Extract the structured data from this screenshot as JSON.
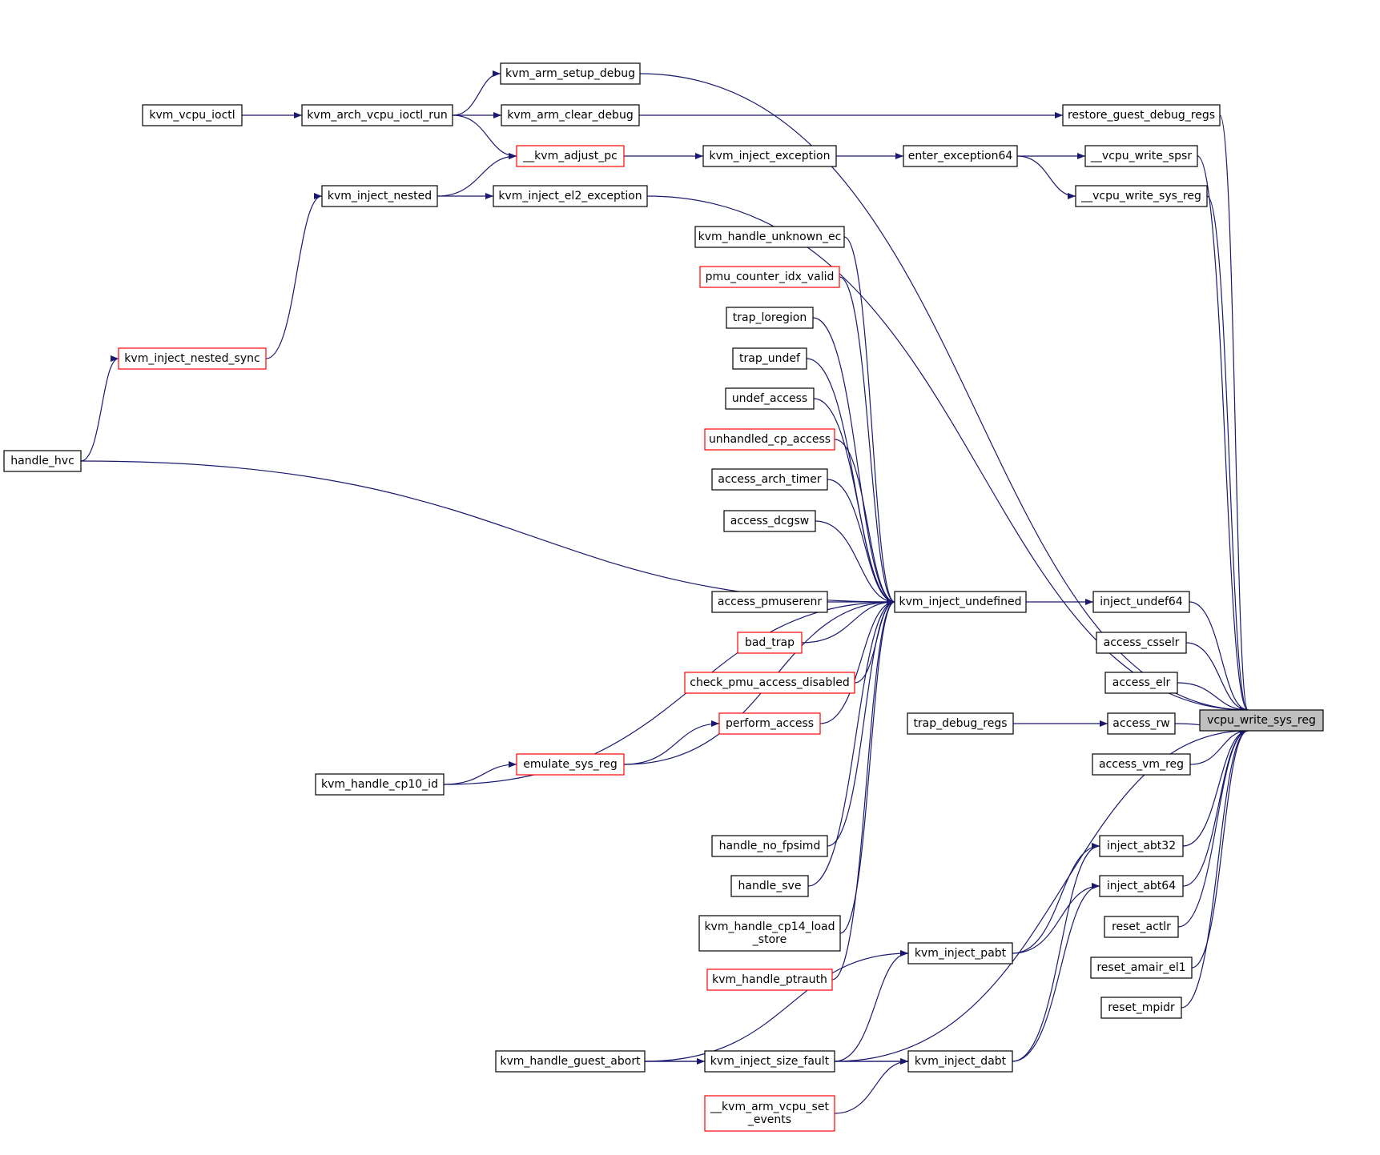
{
  "root": "vcpu_write_sys_reg",
  "colors": {
    "edge": "#191970",
    "node_border_default": "#000000",
    "node_border_truncated": "#ff0000",
    "root_fill": "#bfbfbf"
  },
  "nodes": [
    {
      "id": "vcpu_write_sys_reg",
      "lines": [
        "vcpu_write_sys_reg"
      ],
      "style": "root"
    },
    {
      "id": "kvm_arm_setup_debug",
      "lines": [
        "kvm_arm_setup_debug"
      ],
      "style": "normal"
    },
    {
      "id": "kvm_vcpu_ioctl",
      "lines": [
        "kvm_vcpu_ioctl"
      ],
      "style": "normal"
    },
    {
      "id": "kvm_arch_vcpu_ioctl_run",
      "lines": [
        "kvm_arch_vcpu_ioctl_run"
      ],
      "style": "normal"
    },
    {
      "id": "kvm_arm_clear_debug",
      "lines": [
        "kvm_arm_clear_debug"
      ],
      "style": "normal"
    },
    {
      "id": "restore_guest_debug_regs",
      "lines": [
        "restore_guest_debug_regs"
      ],
      "style": "normal"
    },
    {
      "id": "__kvm_adjust_pc",
      "lines": [
        "__kvm_adjust_pc"
      ],
      "style": "red"
    },
    {
      "id": "kvm_inject_exception",
      "lines": [
        "kvm_inject_exception"
      ],
      "style": "normal"
    },
    {
      "id": "enter_exception64",
      "lines": [
        "enter_exception64"
      ],
      "style": "normal"
    },
    {
      "id": "__vcpu_write_spsr",
      "lines": [
        "__vcpu_write_spsr"
      ],
      "style": "normal"
    },
    {
      "id": "__vcpu_write_sys_reg",
      "lines": [
        "__vcpu_write_sys_reg"
      ],
      "style": "normal"
    },
    {
      "id": "kvm_inject_nested",
      "lines": [
        "kvm_inject_nested"
      ],
      "style": "normal"
    },
    {
      "id": "kvm_inject_el2_exception",
      "lines": [
        "kvm_inject_el2_exception"
      ],
      "style": "normal"
    },
    {
      "id": "kvm_handle_unknown_ec",
      "lines": [
        "kvm_handle_unknown_ec"
      ],
      "style": "normal"
    },
    {
      "id": "pmu_counter_idx_valid",
      "lines": [
        "pmu_counter_idx_valid"
      ],
      "style": "red"
    },
    {
      "id": "trap_loregion",
      "lines": [
        "trap_loregion"
      ],
      "style": "normal"
    },
    {
      "id": "trap_undef",
      "lines": [
        "trap_undef"
      ],
      "style": "normal"
    },
    {
      "id": "undef_access",
      "lines": [
        "undef_access"
      ],
      "style": "normal"
    },
    {
      "id": "unhandled_cp_access",
      "lines": [
        "unhandled_cp_access"
      ],
      "style": "red"
    },
    {
      "id": "kvm_inject_nested_sync",
      "lines": [
        "kvm_inject_nested_sync"
      ],
      "style": "red"
    },
    {
      "id": "handle_hvc",
      "lines": [
        "handle_hvc"
      ],
      "style": "normal"
    },
    {
      "id": "access_arch_timer",
      "lines": [
        "access_arch_timer"
      ],
      "style": "normal"
    },
    {
      "id": "access_dcgsw",
      "lines": [
        "access_dcgsw"
      ],
      "style": "normal"
    },
    {
      "id": "access_pmuserenr",
      "lines": [
        "access_pmuserenr"
      ],
      "style": "normal"
    },
    {
      "id": "kvm_inject_undefined",
      "lines": [
        "kvm_inject_undefined"
      ],
      "style": "normal"
    },
    {
      "id": "inject_undef64",
      "lines": [
        "inject_undef64"
      ],
      "style": "normal"
    },
    {
      "id": "bad_trap",
      "lines": [
        "bad_trap"
      ],
      "style": "red"
    },
    {
      "id": "access_csselr",
      "lines": [
        "access_csselr"
      ],
      "style": "normal"
    },
    {
      "id": "check_pmu_access_disabled",
      "lines": [
        "check_pmu_access_disabled"
      ],
      "style": "red"
    },
    {
      "id": "access_elr",
      "lines": [
        "access_elr"
      ],
      "style": "normal"
    },
    {
      "id": "perform_access",
      "lines": [
        "perform_access"
      ],
      "style": "red"
    },
    {
      "id": "trap_debug_regs",
      "lines": [
        "trap_debug_regs"
      ],
      "style": "normal"
    },
    {
      "id": "access_rw",
      "lines": [
        "access_rw"
      ],
      "style": "normal"
    },
    {
      "id": "emulate_sys_reg",
      "lines": [
        "emulate_sys_reg"
      ],
      "style": "red"
    },
    {
      "id": "access_vm_reg",
      "lines": [
        "access_vm_reg"
      ],
      "style": "normal"
    },
    {
      "id": "kvm_handle_cp10_id",
      "lines": [
        "kvm_handle_cp10_id"
      ],
      "style": "normal"
    },
    {
      "id": "handle_no_fpsimd",
      "lines": [
        "handle_no_fpsimd"
      ],
      "style": "normal"
    },
    {
      "id": "inject_abt32",
      "lines": [
        "inject_abt32"
      ],
      "style": "normal"
    },
    {
      "id": "handle_sve",
      "lines": [
        "handle_sve"
      ],
      "style": "normal"
    },
    {
      "id": "inject_abt64",
      "lines": [
        "inject_abt64"
      ],
      "style": "normal"
    },
    {
      "id": "kvm_handle_cp14_load_store",
      "lines": [
        "kvm_handle_cp14_load",
        "_store"
      ],
      "style": "normal"
    },
    {
      "id": "reset_actlr",
      "lines": [
        "reset_actlr"
      ],
      "style": "normal"
    },
    {
      "id": "kvm_inject_pabt",
      "lines": [
        "kvm_inject_pabt"
      ],
      "style": "normal"
    },
    {
      "id": "reset_amair_el1",
      "lines": [
        "reset_amair_el1"
      ],
      "style": "normal"
    },
    {
      "id": "kvm_handle_ptrauth",
      "lines": [
        "kvm_handle_ptrauth"
      ],
      "style": "red"
    },
    {
      "id": "reset_mpidr",
      "lines": [
        "reset_mpidr"
      ],
      "style": "normal"
    },
    {
      "id": "kvm_handle_guest_abort",
      "lines": [
        "kvm_handle_guest_abort"
      ],
      "style": "normal"
    },
    {
      "id": "kvm_inject_size_fault",
      "lines": [
        "kvm_inject_size_fault"
      ],
      "style": "normal"
    },
    {
      "id": "kvm_inject_dabt",
      "lines": [
        "kvm_inject_dabt"
      ],
      "style": "normal"
    },
    {
      "id": "__kvm_arm_vcpu_set_events",
      "lines": [
        "__kvm_arm_vcpu_set",
        "_events"
      ],
      "style": "red"
    }
  ],
  "edges": [
    {
      "from": "kvm_arm_setup_debug",
      "to": "vcpu_write_sys_reg"
    },
    {
      "from": "restore_guest_debug_regs",
      "to": "vcpu_write_sys_reg"
    },
    {
      "from": "__vcpu_write_spsr",
      "to": "vcpu_write_sys_reg"
    },
    {
      "from": "__vcpu_write_sys_reg",
      "to": "vcpu_write_sys_reg"
    },
    {
      "from": "kvm_inject_el2_exception",
      "to": "vcpu_write_sys_reg"
    },
    {
      "from": "inject_undef64",
      "to": "vcpu_write_sys_reg"
    },
    {
      "from": "access_csselr",
      "to": "vcpu_write_sys_reg"
    },
    {
      "from": "access_elr",
      "to": "vcpu_write_sys_reg"
    },
    {
      "from": "access_rw",
      "to": "vcpu_write_sys_reg"
    },
    {
      "from": "access_vm_reg",
      "to": "vcpu_write_sys_reg"
    },
    {
      "from": "kvm_inject_size_fault",
      "to": "vcpu_write_sys_reg"
    },
    {
      "from": "inject_abt32",
      "to": "vcpu_write_sys_reg"
    },
    {
      "from": "inject_abt64",
      "to": "vcpu_write_sys_reg"
    },
    {
      "from": "reset_actlr",
      "to": "vcpu_write_sys_reg"
    },
    {
      "from": "reset_amair_el1",
      "to": "vcpu_write_sys_reg"
    },
    {
      "from": "reset_mpidr",
      "to": "vcpu_write_sys_reg"
    },
    {
      "from": "kvm_arch_vcpu_ioctl_run",
      "to": "kvm_arm_setup_debug"
    },
    {
      "from": "kvm_vcpu_ioctl",
      "to": "kvm_arch_vcpu_ioctl_run"
    },
    {
      "from": "kvm_arch_vcpu_ioctl_run",
      "to": "kvm_arm_clear_debug"
    },
    {
      "from": "kvm_arm_clear_debug",
      "to": "restore_guest_debug_regs"
    },
    {
      "from": "kvm_arch_vcpu_ioctl_run",
      "to": "__kvm_adjust_pc"
    },
    {
      "from": "kvm_inject_nested",
      "to": "__kvm_adjust_pc"
    },
    {
      "from": "__kvm_adjust_pc",
      "to": "kvm_inject_exception"
    },
    {
      "from": "kvm_inject_exception",
      "to": "enter_exception64"
    },
    {
      "from": "enter_exception64",
      "to": "__vcpu_write_spsr"
    },
    {
      "from": "enter_exception64",
      "to": "__vcpu_write_sys_reg"
    },
    {
      "from": "kvm_inject_nested",
      "to": "kvm_inject_el2_exception"
    },
    {
      "from": "kvm_inject_nested_sync",
      "to": "kvm_inject_nested"
    },
    {
      "from": "handle_hvc",
      "to": "kvm_inject_nested_sync"
    },
    {
      "from": "handle_hvc",
      "to": "kvm_inject_undefined"
    },
    {
      "from": "kvm_handle_unknown_ec",
      "to": "kvm_inject_undefined"
    },
    {
      "from": "pmu_counter_idx_valid",
      "to": "kvm_inject_undefined"
    },
    {
      "from": "trap_loregion",
      "to": "kvm_inject_undefined"
    },
    {
      "from": "trap_undef",
      "to": "kvm_inject_undefined"
    },
    {
      "from": "undef_access",
      "to": "kvm_inject_undefined"
    },
    {
      "from": "unhandled_cp_access",
      "to": "kvm_inject_undefined"
    },
    {
      "from": "access_arch_timer",
      "to": "kvm_inject_undefined"
    },
    {
      "from": "access_dcgsw",
      "to": "kvm_inject_undefined"
    },
    {
      "from": "access_pmuserenr",
      "to": "kvm_inject_undefined"
    },
    {
      "from": "bad_trap",
      "to": "kvm_inject_undefined"
    },
    {
      "from": "check_pmu_access_disabled",
      "to": "kvm_inject_undefined"
    },
    {
      "from": "perform_access",
      "to": "kvm_inject_undefined"
    },
    {
      "from": "emulate_sys_reg",
      "to": "kvm_inject_undefined"
    },
    {
      "from": "kvm_handle_cp10_id",
      "to": "kvm_inject_undefined"
    },
    {
      "from": "handle_no_fpsimd",
      "to": "kvm_inject_undefined"
    },
    {
      "from": "handle_sve",
      "to": "kvm_inject_undefined"
    },
    {
      "from": "kvm_handle_cp14_load_store",
      "to": "kvm_inject_undefined"
    },
    {
      "from": "kvm_handle_ptrauth",
      "to": "kvm_inject_undefined"
    },
    {
      "from": "kvm_inject_undefined",
      "to": "inject_undef64"
    },
    {
      "from": "emulate_sys_reg",
      "to": "perform_access"
    },
    {
      "from": "kvm_handle_cp10_id",
      "to": "emulate_sys_reg"
    },
    {
      "from": "trap_debug_regs",
      "to": "access_rw"
    },
    {
      "from": "kvm_inject_pabt",
      "to": "inject_abt32"
    },
    {
      "from": "kvm_inject_pabt",
      "to": "inject_abt64"
    },
    {
      "from": "kvm_inject_dabt",
      "to": "inject_abt32"
    },
    {
      "from": "kvm_inject_dabt",
      "to": "inject_abt64"
    },
    {
      "from": "kvm_handle_guest_abort",
      "to": "kvm_inject_pabt"
    },
    {
      "from": "kvm_inject_size_fault",
      "to": "kvm_inject_pabt"
    },
    {
      "from": "kvm_handle_guest_abort",
      "to": "kvm_inject_size_fault"
    },
    {
      "from": "kvm_inject_size_fault",
      "to": "kvm_inject_dabt"
    },
    {
      "from": "kvm_handle_guest_abort",
      "to": "kvm_inject_dabt"
    },
    {
      "from": "__kvm_arm_vcpu_set_events",
      "to": "kvm_inject_dabt"
    }
  ]
}
